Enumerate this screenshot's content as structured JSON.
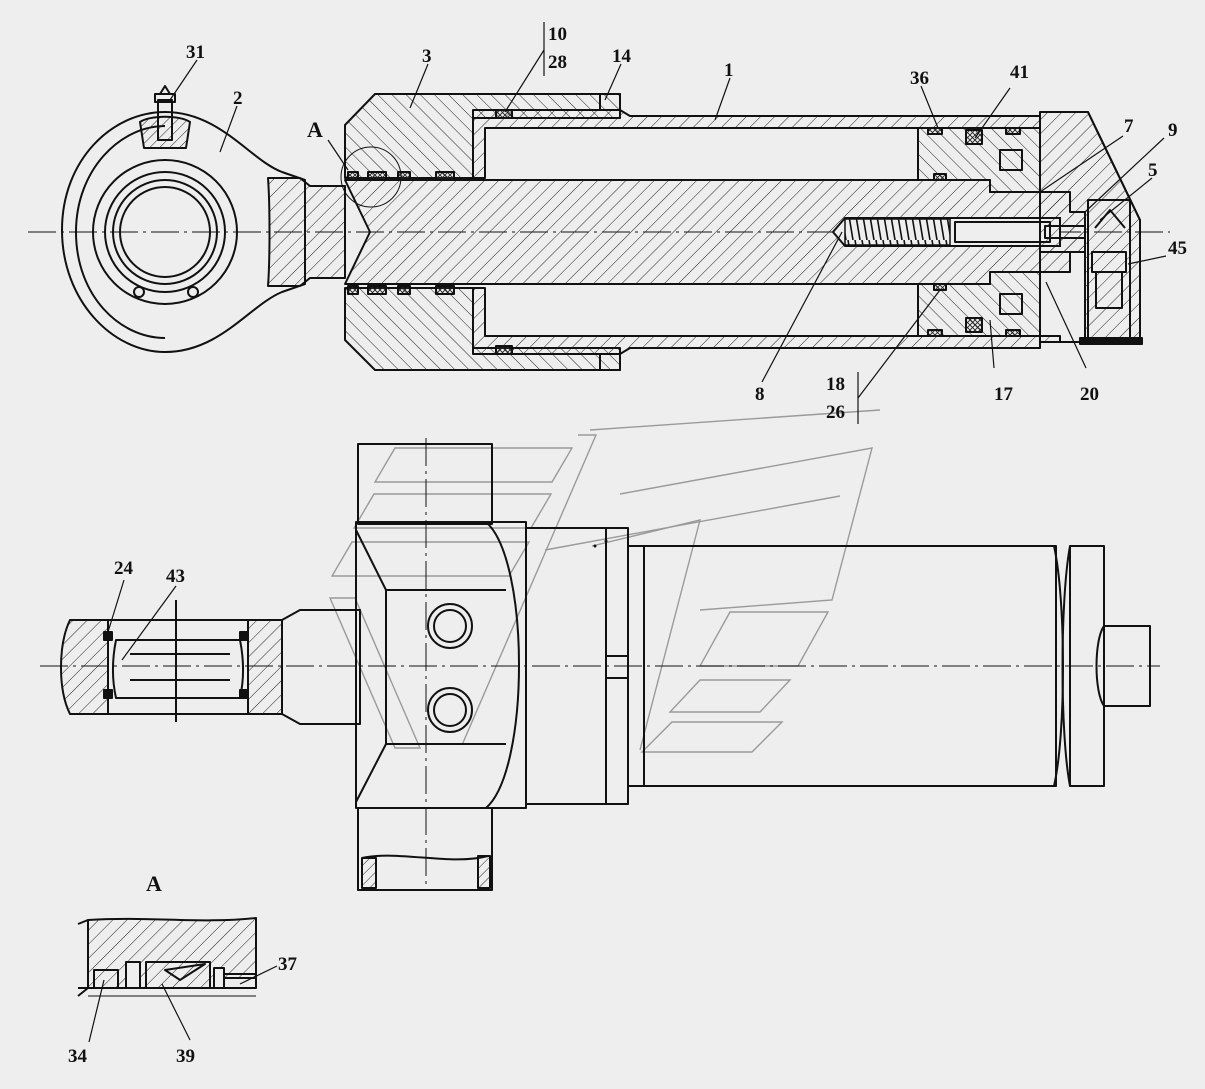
{
  "drawing": {
    "view_label_top": "A",
    "view_label_detail": "A"
  },
  "callouts": [
    {
      "id": "c1",
      "text": "1"
    },
    {
      "id": "c2",
      "text": "2"
    },
    {
      "id": "c3",
      "text": "3"
    },
    {
      "id": "c5",
      "text": "5"
    },
    {
      "id": "c7",
      "text": "7"
    },
    {
      "id": "c8",
      "text": "8"
    },
    {
      "id": "c9",
      "text": "9"
    },
    {
      "id": "c10",
      "text": "10"
    },
    {
      "id": "c14",
      "text": "14"
    },
    {
      "id": "c17",
      "text": "17"
    },
    {
      "id": "c18",
      "text": "18"
    },
    {
      "id": "c20",
      "text": "20"
    },
    {
      "id": "c24",
      "text": "24"
    },
    {
      "id": "c26",
      "text": "26"
    },
    {
      "id": "c28",
      "text": "28"
    },
    {
      "id": "c31",
      "text": "31"
    },
    {
      "id": "c34",
      "text": "34"
    },
    {
      "id": "c36",
      "text": "36"
    },
    {
      "id": "c37",
      "text": "37"
    },
    {
      "id": "c39",
      "text": "39"
    },
    {
      "id": "c41",
      "text": "41"
    },
    {
      "id": "c43",
      "text": "43"
    },
    {
      "id": "c45",
      "text": "45"
    }
  ],
  "colors": {
    "background": "#eeeeee",
    "line": "#111111",
    "watermark": "#9a9a9a"
  }
}
